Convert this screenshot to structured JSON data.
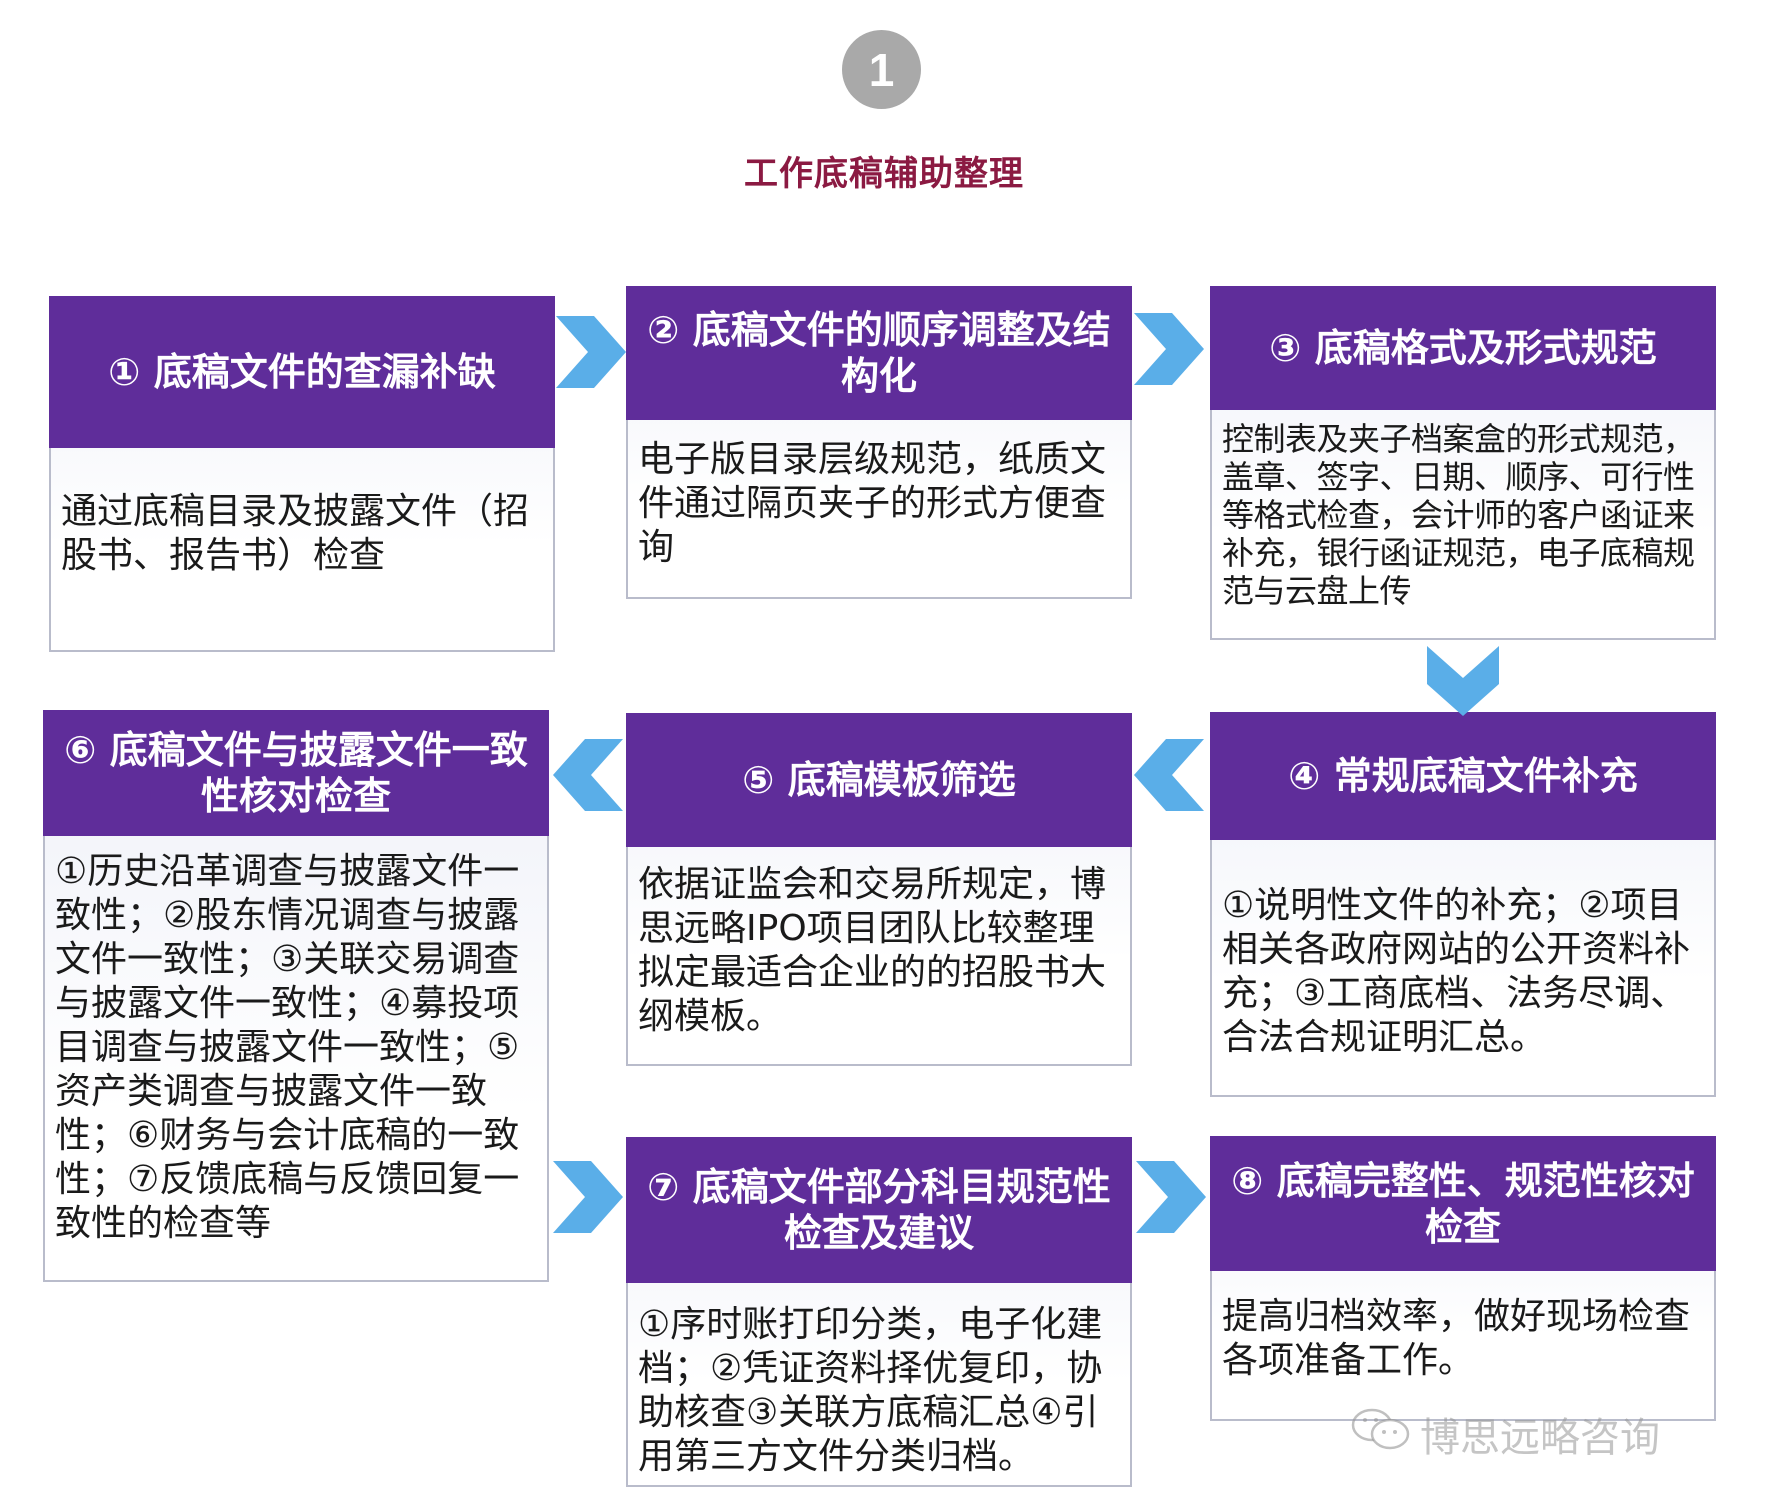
{
  "header": {
    "step_number": "1",
    "title": "工作底稿辅助整理"
  },
  "colors": {
    "title": "#8b1a42",
    "card_header": "#5f2d9a",
    "arrow": "#5aaee8",
    "badge": "#a9a9a9"
  },
  "cards": [
    {
      "title": "① 底稿文件的查漏补缺",
      "body": "通过底稿目录及披露文件（招股书、报告书）检查"
    },
    {
      "title": "② 底稿文件的顺序调整及结构化",
      "body": "电子版目录层级规范，纸质文件通过隔页夹子的形式方便查询"
    },
    {
      "title": "③ 底稿格式及形式规范",
      "body": "控制表及夹子档案盒的形式规范，盖章、签字、日期、顺序、可行性等格式检查，会计师的客户函证来补充，银行函证规范，电子底稿规范与云盘上传"
    },
    {
      "title": "④ 常规底稿文件补充",
      "body": "①说明性文件的补充；②项目相关各政府网站的公开资料补充；③工商底档、法务尽调、合法合规证明汇总。"
    },
    {
      "title": "⑤ 底稿模板筛选",
      "body": "依据证监会和交易所规定，博思远略IPO项目团队比较整理拟定最适合企业的的招股书大纲模板。"
    },
    {
      "title": "⑥ 底稿文件与披露文件一致性核对检查",
      "body": "①历史沿革调查与披露文件一致性；②股东情况调查与披露文件一致性；③关联交易调查与披露文件一致性；④募投项目调查与披露文件一致性；⑤资产类调查与披露文件一致性；⑥财务与会计底稿的一致性；⑦反馈底稿与反馈回复一致性的检查等"
    },
    {
      "title": "⑦ 底稿文件部分科目规范性检查及建议",
      "body": "①序时账打印分类，电子化建档；②凭证资料择优复印，协助核查③关联方底稿汇总④引用第三方文件分类归档。"
    },
    {
      "title": "⑧ 底稿完整性、规范性核对检查",
      "body": "提高归档效率，做好现场检查各项准备工作。"
    }
  ],
  "arrows": [
    {
      "from": 1,
      "to": 2,
      "direction": "right"
    },
    {
      "from": 2,
      "to": 3,
      "direction": "right"
    },
    {
      "from": 3,
      "to": 4,
      "direction": "down"
    },
    {
      "from": 4,
      "to": 5,
      "direction": "left"
    },
    {
      "from": 5,
      "to": 6,
      "direction": "left"
    },
    {
      "from": 6,
      "to": 7,
      "direction": "right"
    },
    {
      "from": 7,
      "to": 8,
      "direction": "right"
    }
  ],
  "watermark": {
    "icon": "wechat-icon",
    "text": "博思远略咨询"
  }
}
